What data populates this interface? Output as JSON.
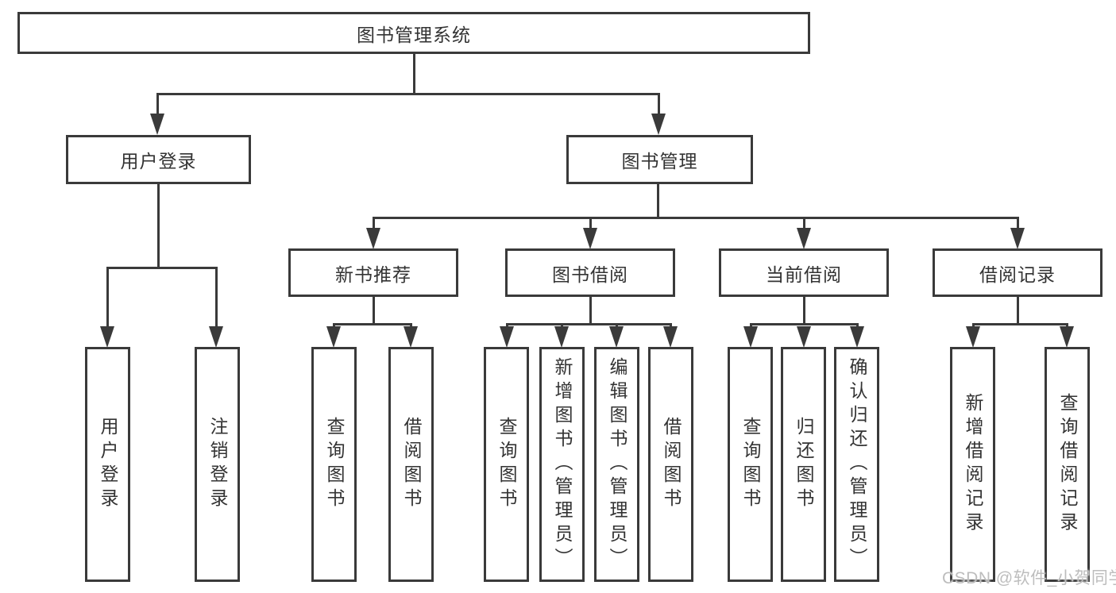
{
  "diagram": {
    "type": "tree",
    "root": {
      "label": "图书管理系统",
      "children": [
        {
          "label": "用户登录",
          "children": [
            {
              "label": "用户登录"
            },
            {
              "label": "注销登录"
            }
          ]
        },
        {
          "label": "图书管理",
          "children": [
            {
              "label": "新书推荐",
              "children": [
                {
                  "label": "查询图书"
                },
                {
                  "label": "借阅图书"
                }
              ]
            },
            {
              "label": "图书借阅",
              "children": [
                {
                  "label": "查询图书"
                },
                {
                  "label": "新增图书（管理员）"
                },
                {
                  "label": "编辑图书（管理员）"
                },
                {
                  "label": "借阅图书"
                }
              ]
            },
            {
              "label": "当前借阅",
              "children": [
                {
                  "label": "查询图书"
                },
                {
                  "label": "归还图书"
                },
                {
                  "label": "确认归还（管理员）"
                }
              ]
            },
            {
              "label": "借阅记录",
              "children": [
                {
                  "label": "新增借阅记录"
                },
                {
                  "label": "查询借阅记录"
                }
              ]
            }
          ]
        }
      ]
    }
  },
  "watermark": {
    "text": "CSDN @软件_小贺同学"
  },
  "colors": {
    "line": "#3a3a3a",
    "text": "#333333",
    "box_fill": "#ffffff",
    "watermark": "#bdbdbd",
    "background": "#ffffff"
  }
}
